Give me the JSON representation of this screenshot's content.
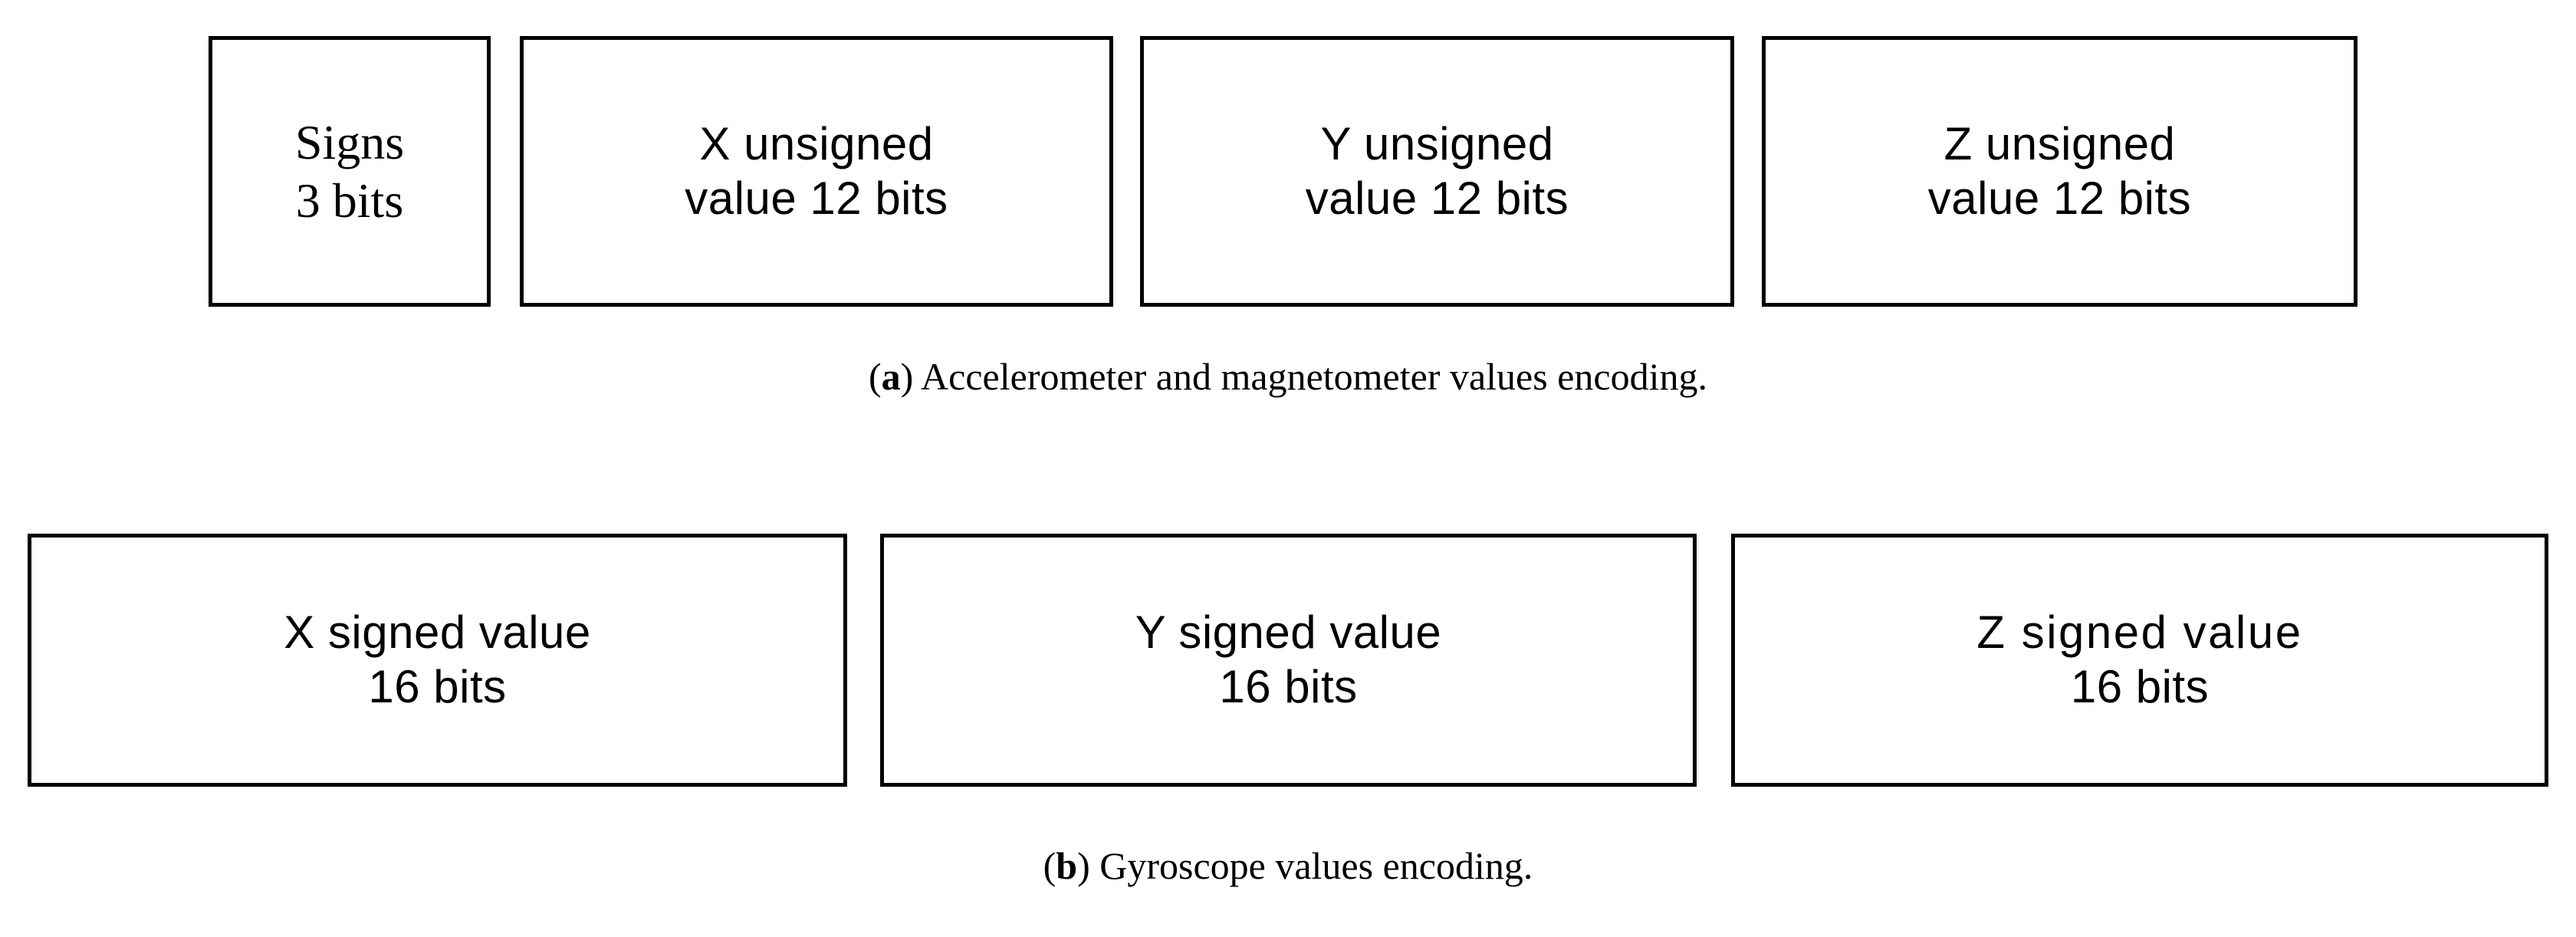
{
  "figure": {
    "subfigures": [
      {
        "id": "a",
        "caption_open": "(",
        "caption_tag": "a",
        "caption_close": ") Accelerometer and magnetometer values encoding.",
        "boxes": [
          {
            "name": "signs",
            "line1": "Signs",
            "line2": "3 bits",
            "font": "serif"
          },
          {
            "name": "x-unsigned",
            "line1": "X unsigned",
            "line2": "value 12 bits",
            "font": "sans"
          },
          {
            "name": "y-unsigned",
            "line1": "Y unsigned",
            "line2": "value 12 bits",
            "font": "sans"
          },
          {
            "name": "z-unsigned",
            "line1": "Z unsigned",
            "line2": "value 12 bits",
            "font": "sans"
          }
        ]
      },
      {
        "id": "b",
        "caption_open": "(",
        "caption_tag": "b",
        "caption_close": ") Gyroscope values encoding.",
        "boxes": [
          {
            "name": "x-signed",
            "line1": "X signed value",
            "line2": "16 bits",
            "font": "sans"
          },
          {
            "name": "y-signed",
            "line1": "Y signed value",
            "line2": "16 bits",
            "font": "sans"
          },
          {
            "name": "z-signed",
            "line1": "Z signed value",
            "line2": "16 bits",
            "font": "sans"
          }
        ]
      }
    ],
    "colors": {
      "stroke": "#000000",
      "background": "#ffffff",
      "text": "#000000"
    }
  }
}
